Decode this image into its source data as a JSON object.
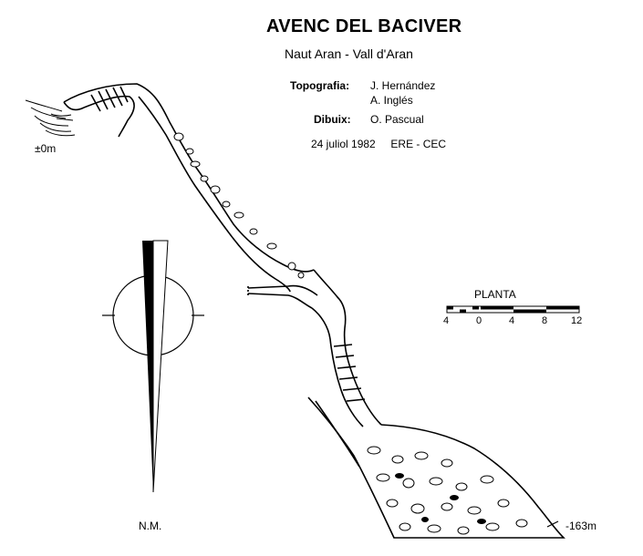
{
  "header": {
    "title": "AVENC DEL BACIVER",
    "location": "Naut Aran  -  Vall d'Aran"
  },
  "credits": {
    "topografia_label": "Topografia:",
    "topografia_names": [
      "J. Hernández",
      "A. Inglés"
    ],
    "dibuix_label": "Dibuix:",
    "dibuix_name": "O. Pascual",
    "date_line": "24 juliol 1982     ERE - CEC"
  },
  "map": {
    "entrance_depth": "±0m",
    "bottom_depth": "-163m"
  },
  "compass": {
    "label": "N.M."
  },
  "scale_bar": {
    "title": "PLANTA",
    "ticks": [
      "4",
      "0",
      "4",
      "8",
      "12"
    ]
  }
}
